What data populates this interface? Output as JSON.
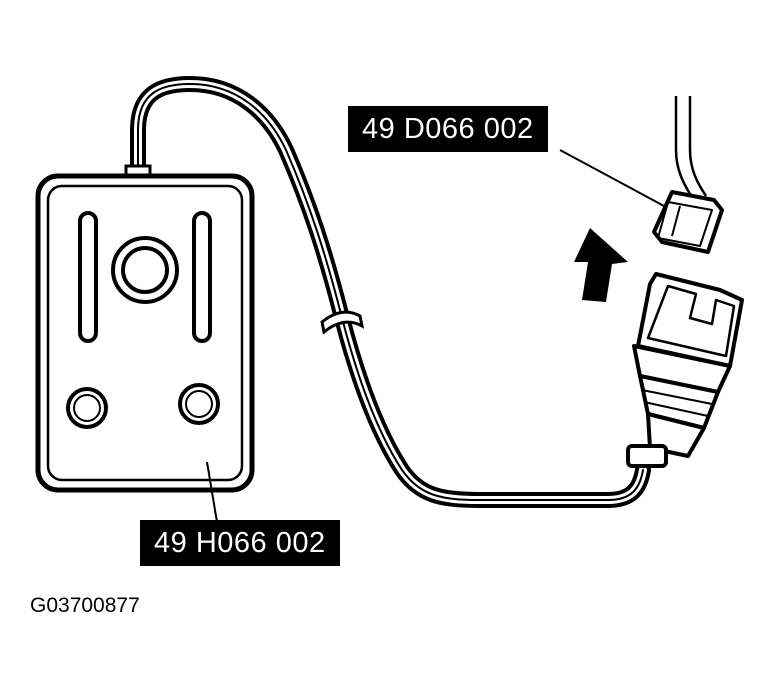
{
  "labels": {
    "connector_part": "49 D066 002",
    "tester_part": "49 H066 002"
  },
  "figure_code": "G03700877",
  "colors": {
    "ink": "#000000",
    "paper": "#ffffff"
  }
}
